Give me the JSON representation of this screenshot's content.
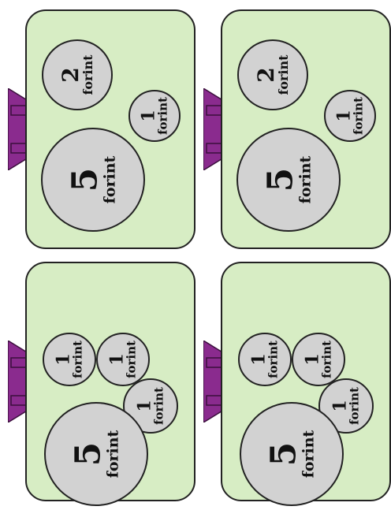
{
  "coins": {
    "label": "forint",
    "five": "5",
    "two": "2",
    "one": "1"
  }
}
